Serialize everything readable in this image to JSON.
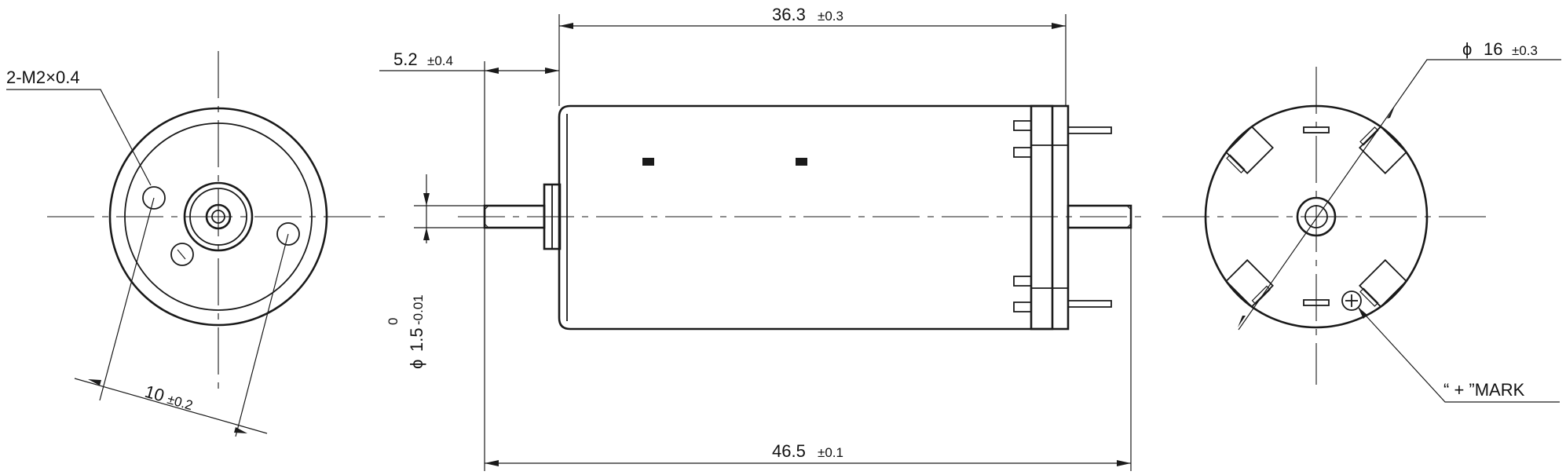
{
  "dimensions": {
    "length_body": {
      "value": "36.3",
      "tol": "±0.3"
    },
    "shaft_extension": {
      "value": "5.2",
      "tol": "±0.4"
    },
    "overall_length": {
      "value": "46.5",
      "tol": "±0.1"
    },
    "diameter_body": {
      "symbol": "ϕ",
      "value": "16",
      "tol": "±0.3"
    },
    "shaft_diameter": {
      "symbol": "ϕ",
      "value": "1.5",
      "tol_upper": "0",
      "tol_lower": "-0.01"
    },
    "hole_spacing": {
      "value": "10",
      "tol": "±0.2"
    }
  },
  "callouts": {
    "thread": "2-M2×0.4",
    "mark": "“ + ”MARK"
  },
  "colors": {
    "line": "#1a1a1a",
    "background": "#ffffff"
  }
}
